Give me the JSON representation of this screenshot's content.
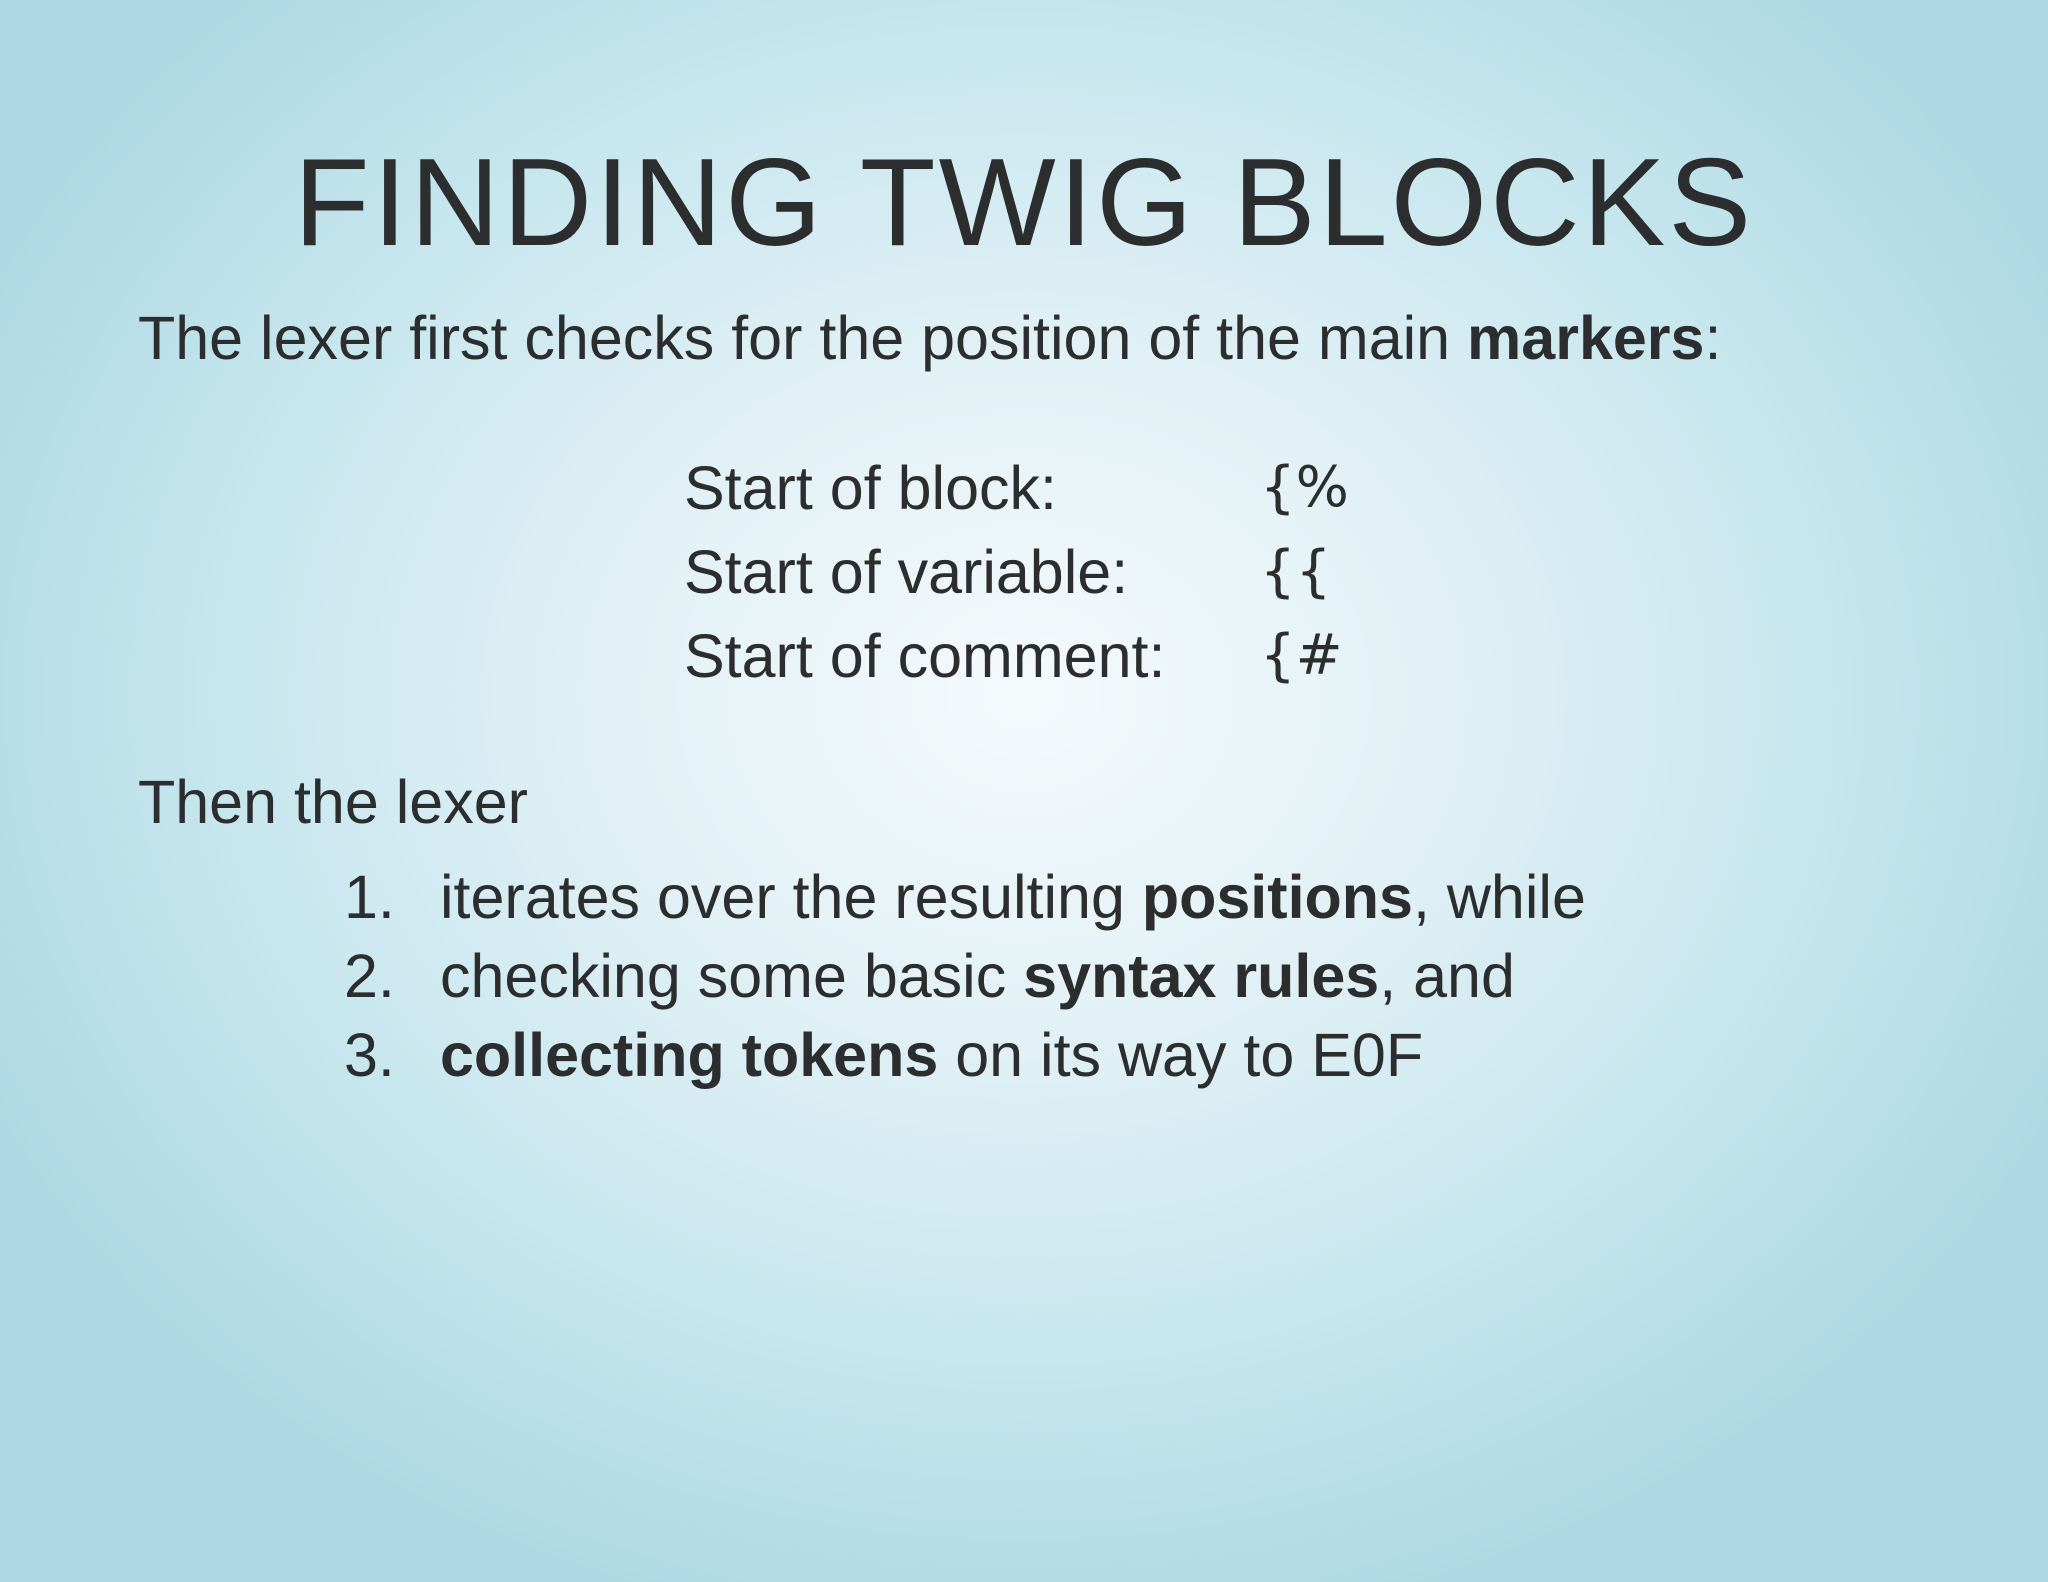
{
  "title": "FINDING TWIG BLOCKS",
  "intro": {
    "prefix": "The lexer first checks for the position of the main ",
    "bold": "markers",
    "suffix": ":"
  },
  "markers": [
    {
      "label": "Start of block:",
      "symbol": "{%"
    },
    {
      "label": "Start of variable:",
      "symbol": "{{"
    },
    {
      "label": "Start of comment:",
      "symbol": "{#"
    }
  ],
  "then_text": "Then the lexer",
  "steps": [
    {
      "number": "1.",
      "pre": "iterates over the resulting ",
      "bold": "positions",
      "post": ", while"
    },
    {
      "number": "2.",
      "pre": "checking some basic ",
      "bold": "syntax rules",
      "post": ", and"
    },
    {
      "number": "3.",
      "pre": "",
      "bold": "collecting tokens",
      "post": " on its way to E0F"
    }
  ]
}
